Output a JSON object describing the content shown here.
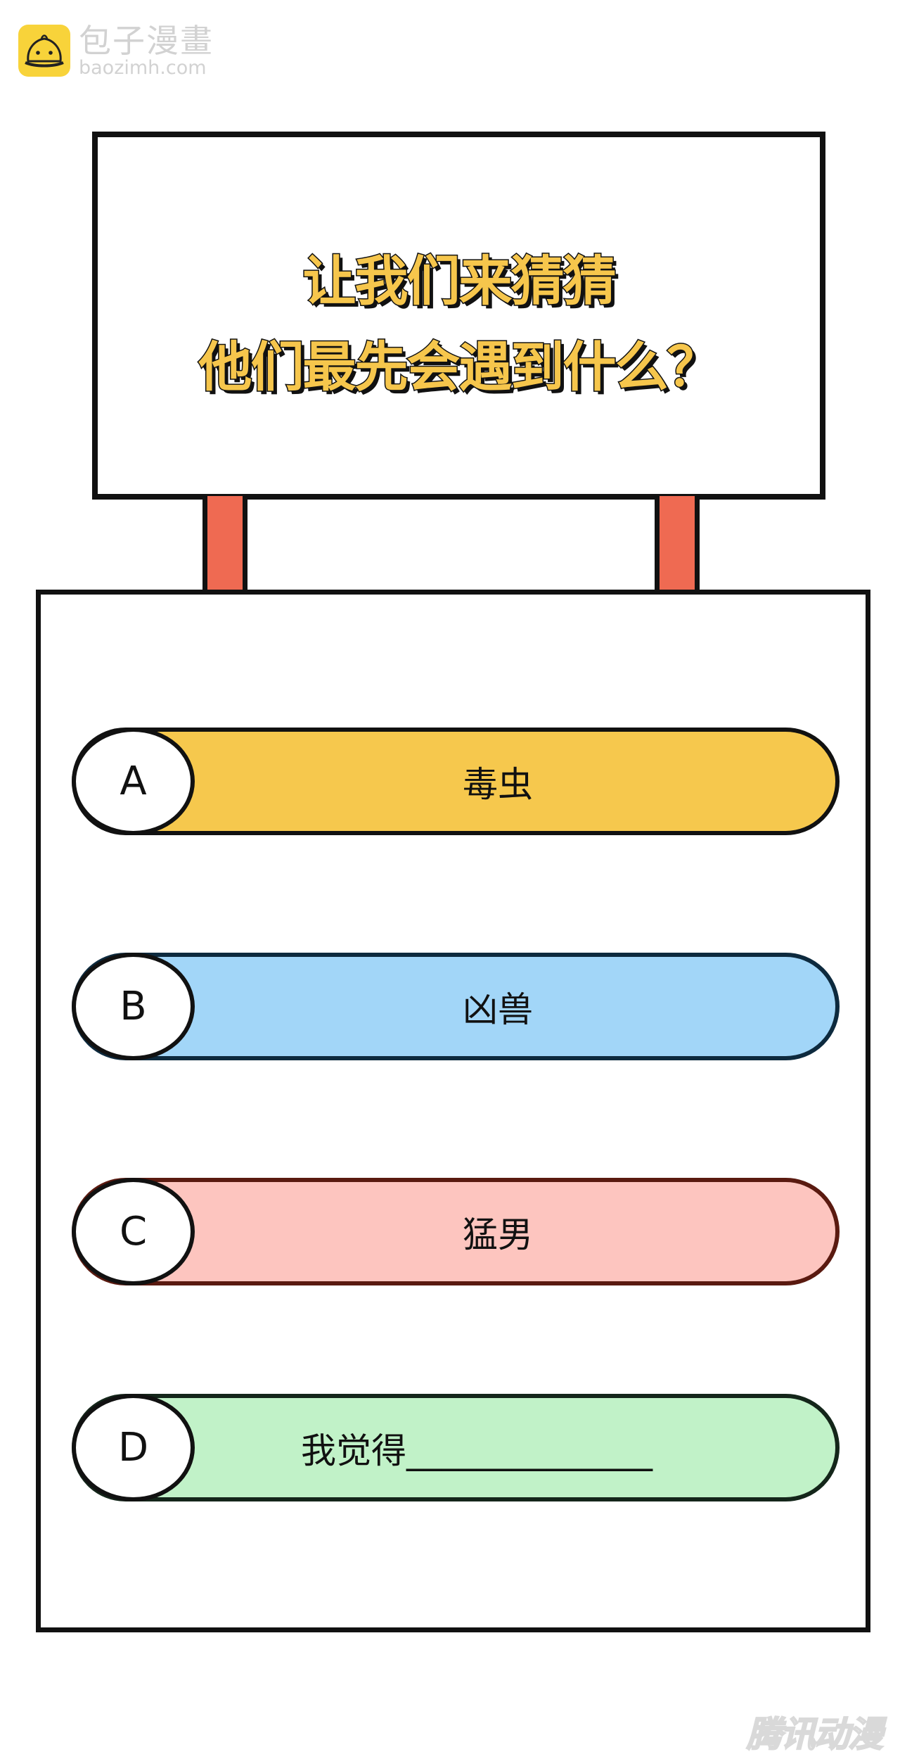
{
  "watermark_top": {
    "icon": "steamed-bun-logo-icon",
    "name": "包子漫畫",
    "domain": "baozimh.com"
  },
  "billboard": {
    "title_line1": "让我们来猜猜",
    "title_line2": "他们最先会遇到什么？",
    "title_color": "#f6c64c",
    "post_color": "#ef6a52"
  },
  "options": [
    {
      "letter": "A",
      "text": "毒虫",
      "color": "#f6c84d"
    },
    {
      "letter": "B",
      "text": "凶兽",
      "color": "#a2d6f8"
    },
    {
      "letter": "C",
      "text": "猛男",
      "color": "#fdc5bf"
    },
    {
      "letter": "D",
      "text": "我觉得______________",
      "color": "#c1f2c8"
    }
  ],
  "watermark_bottom": {
    "text": "腾讯动漫"
  }
}
